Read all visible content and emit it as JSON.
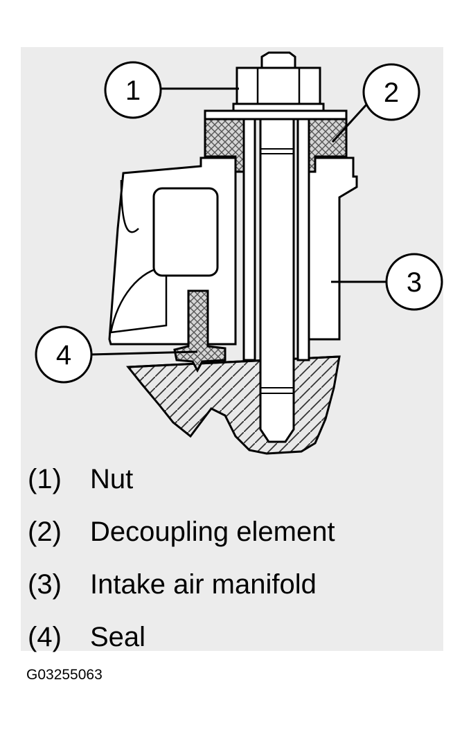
{
  "callouts": [
    {
      "number": "1"
    },
    {
      "number": "2"
    },
    {
      "number": "3"
    },
    {
      "number": "4"
    }
  ],
  "legend": [
    {
      "number": "(1)",
      "label": "Nut"
    },
    {
      "number": "(2)",
      "label": "Decoupling element"
    },
    {
      "number": "(3)",
      "label": "Intake air manifold"
    },
    {
      "number": "(4)",
      "label": "Seal"
    }
  ],
  "figure_id": "G03255063",
  "colors": {
    "panel": "#ececec",
    "line": "#000000",
    "hatch_fill": "#d6d6d6"
  }
}
